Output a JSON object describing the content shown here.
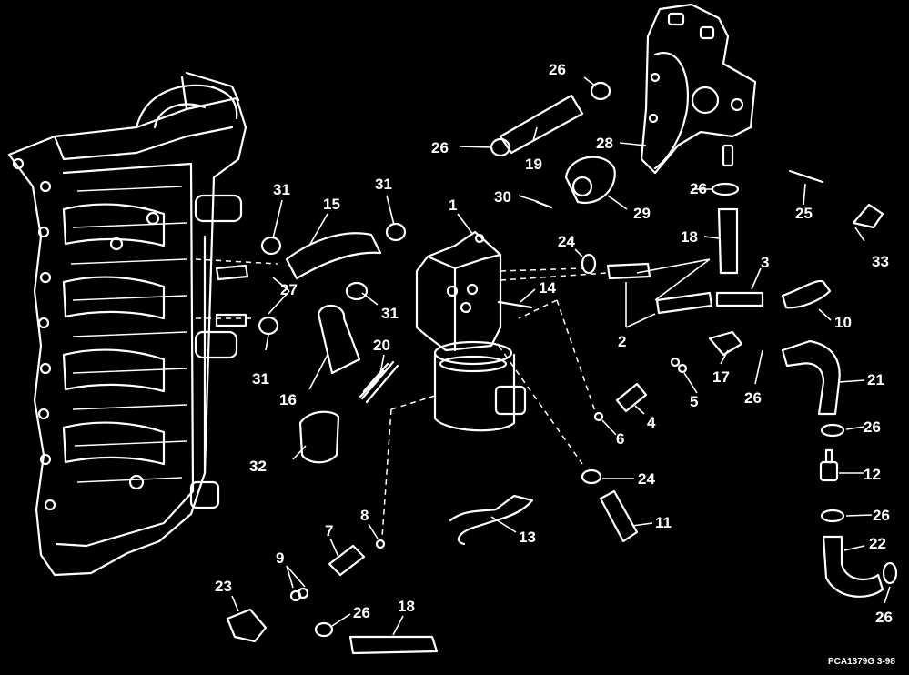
{
  "callouts": {
    "c1": "1",
    "c2": "2",
    "c3": "3",
    "c4": "4",
    "c5": "5",
    "c6": "6",
    "c7": "7",
    "c8": "8",
    "c9": "9",
    "c10": "10",
    "c11": "11",
    "c12": "12",
    "c13": "13",
    "c14": "14",
    "c15": "15",
    "c16": "16",
    "c17": "17",
    "c18a": "18",
    "c18b": "18",
    "c19": "19",
    "c20": "20",
    "c21": "21",
    "c22": "22",
    "c23": "23",
    "c24a": "24",
    "c24b": "24",
    "c25": "25",
    "c26a": "26",
    "c26b": "26",
    "c26c": "26",
    "c26d": "26",
    "c26e": "26",
    "c26f": "26",
    "c26g": "26",
    "c26h": "26",
    "c27": "27",
    "c28": "28",
    "c29": "29",
    "c30": "30",
    "c31a": "31",
    "c31b": "31",
    "c31c": "31",
    "c31d": "31",
    "c32": "32",
    "c33": "33"
  },
  "figure_code": "PCA1379G  3-98",
  "colors": {
    "background": "#000000",
    "line": "#ffffff"
  }
}
